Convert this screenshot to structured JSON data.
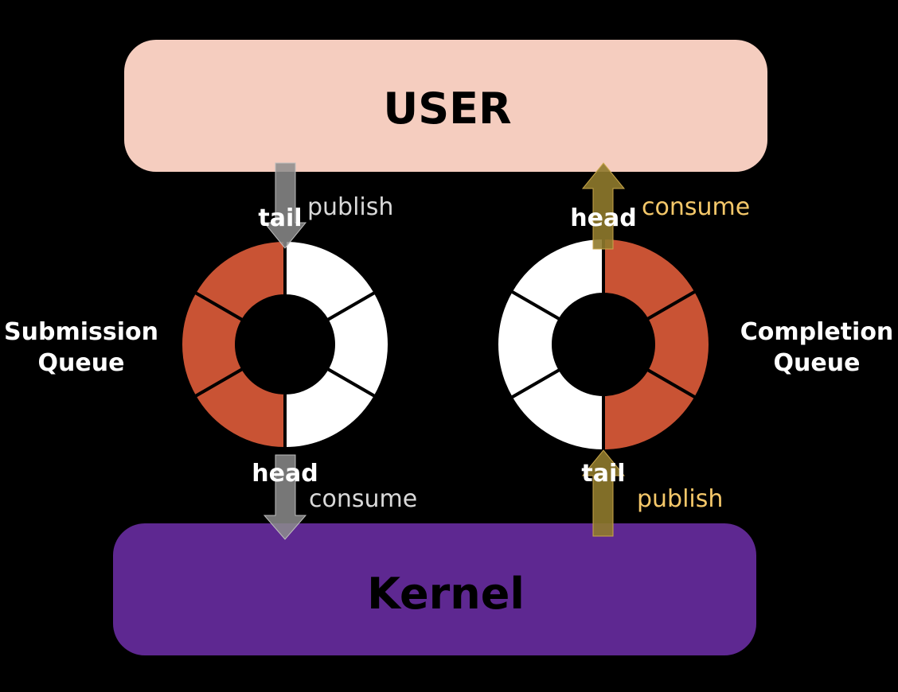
{
  "user_box": {
    "label": "USER"
  },
  "kernel_box": {
    "label": "Kernel"
  },
  "submission_queue": {
    "label_line1": "Submission",
    "label_line2": "Queue",
    "top_pointer": "tail",
    "top_action": "publish",
    "bottom_pointer": "head",
    "bottom_action": "consume"
  },
  "completion_queue": {
    "label_line1": "Completion",
    "label_line2": "Queue",
    "top_pointer": "head",
    "top_action": "consume",
    "bottom_pointer": "tail",
    "bottom_action": "publish"
  },
  "colors": {
    "background": "#000000",
    "user_box": "#f5cdbf",
    "kernel_box": "#5e2891",
    "filled_slot": "#c95334",
    "empty_slot": "#ffffff",
    "submission_arrow": "#8c8c8c",
    "completion_arrow": "#8f7a2c",
    "submission_action_text": "#d9d9d9",
    "completion_action_text": "#f5c86a"
  }
}
